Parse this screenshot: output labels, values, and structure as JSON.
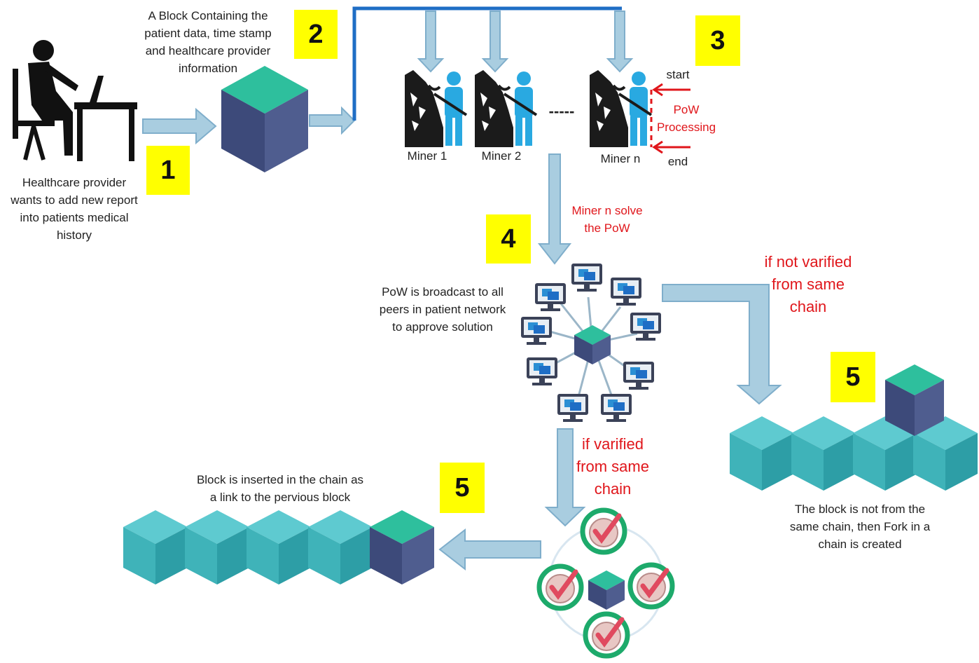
{
  "steps": {
    "s1": "1",
    "s2": "2",
    "s3": "3",
    "s4": "4",
    "s5a": "5",
    "s5b": "5"
  },
  "captions": {
    "provider": "Healthcare provider\nwants to add new report\ninto patients medical\nhistory",
    "block": "A Block Containing the\npatient data, time stamp\nand healthcare provider\ninformation",
    "broadcast": "PoW is broadcast to all\npeers in patient network\nto approve solution",
    "inserted": "Block is inserted in the chain as\na link to the pervious block",
    "fork": "The block is not from the\nsame chain, then Fork in a\nchain is created"
  },
  "miners": {
    "m1": "Miner 1",
    "m2": "Miner 2",
    "mn": "Miner n",
    "dots": "-----"
  },
  "pow": {
    "start": "start",
    "end": "end",
    "processing": "PoW\nProcessing",
    "solve": "Miner n solve\nthe PoW"
  },
  "conditions": {
    "not_verified": "if not varified\nfrom same\nchain",
    "verified": "if varified\nfrom same\nchain"
  },
  "colors": {
    "arrow_fill": "#a9cde0",
    "arrow_stroke": "#7faecb",
    "line_blue": "#1f6ec5",
    "cube_top_teal": "#2ebf9d",
    "cube_front": "#3d4a7a",
    "cube_side": "#4f5d8f",
    "chain_cube": "#3fb3b9",
    "miner_blue": "#29a9e1",
    "label_red": "#e0161b",
    "badge_yellow": "#ffff00",
    "check_green": "#1daa6b",
    "check_red": "#e04a5f"
  },
  "icons": [
    "person-at-desk-icon",
    "block-cube-icon",
    "miner-icon",
    "computer-icon",
    "check-badge-icon"
  ]
}
